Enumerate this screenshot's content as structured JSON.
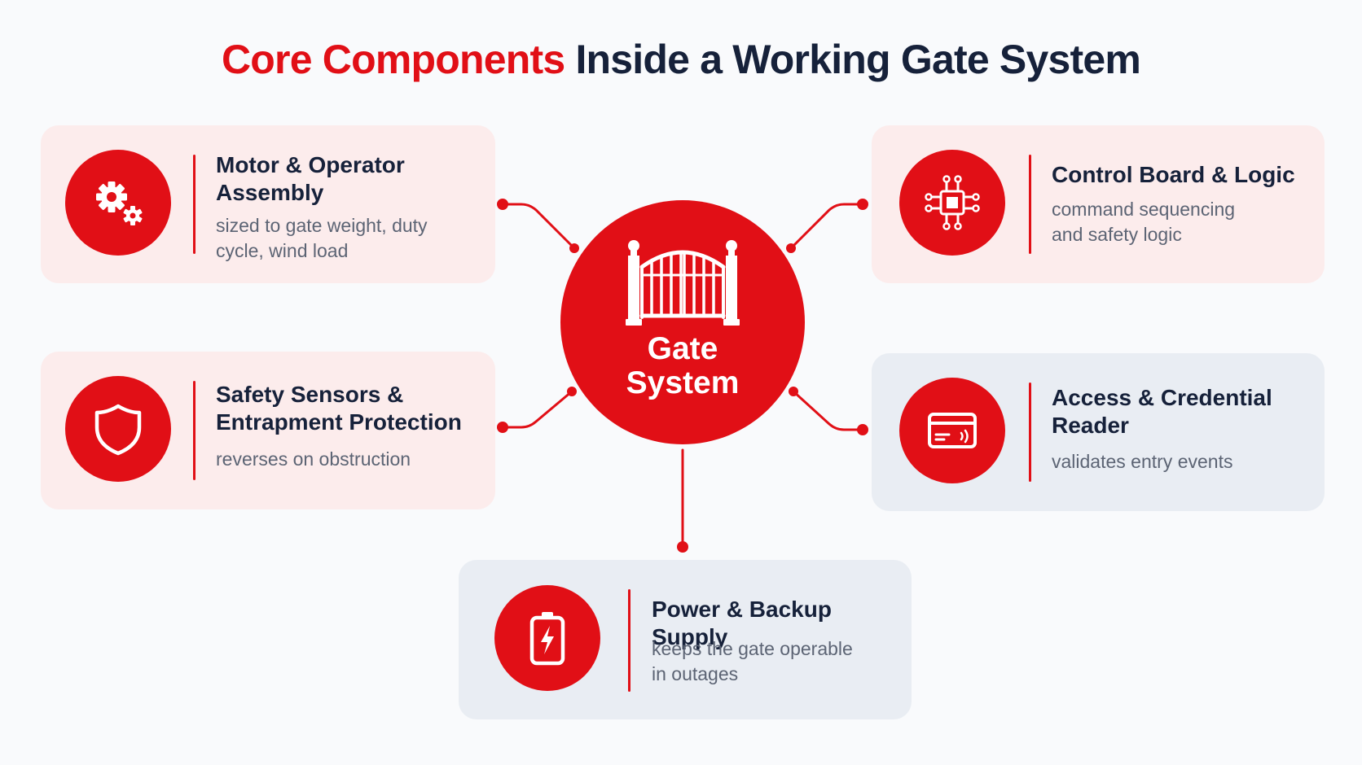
{
  "title": {
    "highlight": "Core Components",
    "rest": "Inside a Working Gate System"
  },
  "hub": {
    "line1": "Gate",
    "line2": "System",
    "icon": "gate-icon"
  },
  "components": [
    {
      "id": "motor",
      "title": "Motor & Operator Assembly",
      "description": "sized to gate weight, duty cycle, wind load",
      "icon": "gears-icon"
    },
    {
      "id": "control",
      "title": "Control Board & Logic",
      "description": "command sequencing and safety logic",
      "icon": "chip-icon"
    },
    {
      "id": "safety",
      "title": "Safety Sensors & Entrapment Protection",
      "description": "reverses on obstruction",
      "icon": "shield-icon"
    },
    {
      "id": "access",
      "title": "Access & Credential Reader",
      "description": "validates entry events",
      "icon": "card-reader-icon"
    },
    {
      "id": "power",
      "title": "Power & Backup Supply",
      "description": "keeps the gate operable in outages",
      "icon": "battery-icon"
    }
  ],
  "colors": {
    "accent": "#e10f16",
    "heading": "#16213a",
    "body_text": "#5c6474",
    "card_pink": "#fcecec",
    "card_grey": "#e9edf3",
    "background": "#f9fafc"
  }
}
